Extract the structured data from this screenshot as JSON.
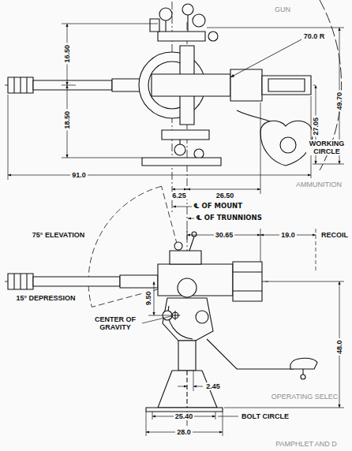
{
  "diagram": {
    "labels": [
      "16.50",
      "70.0 R",
      "18.50",
      "49.70",
      "27.05",
      "WORKING CIRCLE",
      "91.0",
      "6.25",
      "26.50",
      "℄ OF MOUNT",
      "℄ OF TRUNNIONS",
      "75° ELEVATION",
      "30.65",
      "19.0",
      "RECOIL",
      "15° DEPRESSION",
      "9.50",
      "CENTER OF GRAVITY",
      "48.0",
      "2.45",
      "25.40",
      "BOLT CIRCLE",
      "28.0",
      "GUN",
      "AMMUNITION",
      "OPERATING SELEC",
      "PAMPHLET AND D"
    ]
  }
}
